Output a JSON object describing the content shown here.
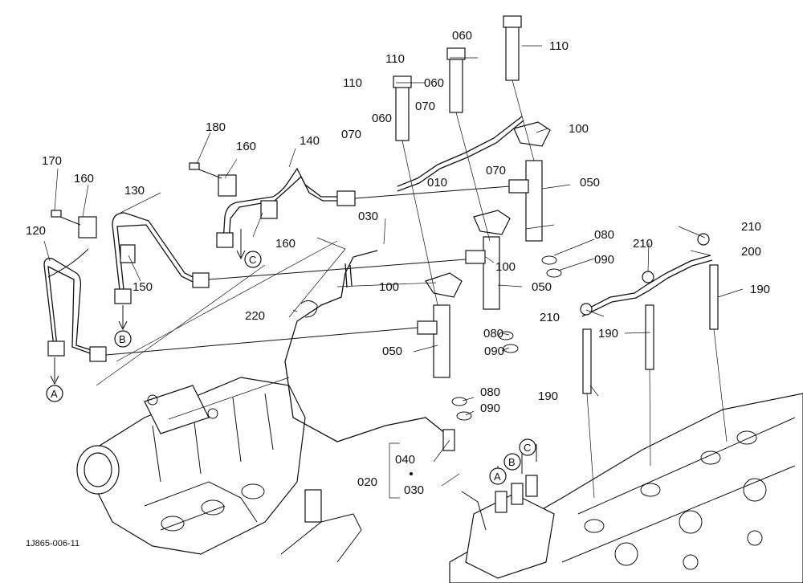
{
  "diagram": {
    "figure_code": "1J865-006-11",
    "callouts": {
      "p010": "010",
      "p020": "020",
      "p030a": "030",
      "p030b": "030",
      "p040": "040",
      "p050a": "050",
      "p050b": "050",
      "p050c": "050",
      "p060a": "060",
      "p060b": "060",
      "p060c": "060",
      "p070a": "070",
      "p070b": "070",
      "p070c": "070",
      "p080a": "080",
      "p080b": "080",
      "p080c": "080",
      "p090a": "090",
      "p090b": "090",
      "p090c": "090",
      "p100a": "100",
      "p100b": "100",
      "p100c": "100",
      "p110a": "110",
      "p110b": "110",
      "p110c": "110",
      "p120": "120",
      "p130": "130",
      "p140": "140",
      "p150": "150",
      "p160a": "160",
      "p160b": "160",
      "p160c": "160",
      "p170": "170",
      "p180": "180",
      "p190a": "190",
      "p190b": "190",
      "p190c": "190",
      "p200": "200",
      "p210a": "210",
      "p210b": "210",
      "p210c": "210",
      "p220": "220"
    },
    "connectors": {
      "a1": "A",
      "b1": "B",
      "c1": "C",
      "a2": "A",
      "b2": "B",
      "c2": "C"
    }
  }
}
